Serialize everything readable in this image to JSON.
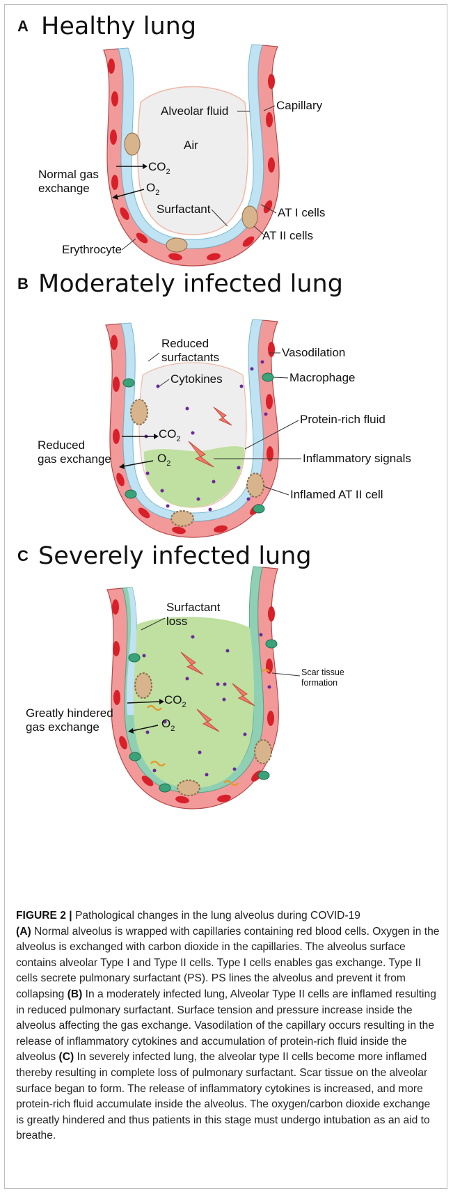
{
  "panels": {
    "a": {
      "letter": "A",
      "title": "Healthy lung",
      "labels": {
        "alveolar_fluid": "Alveolar fluid",
        "capillary": "Capillary",
        "air": "Air",
        "normal_gas": "Normal gas",
        "exchange": "exchange",
        "co": "CO",
        "o": "O",
        "sub2": "2",
        "surfactant": "Surfactant",
        "at1": "AT I cells",
        "at2": "AT II cells",
        "erythrocyte": "Erythrocyte"
      }
    },
    "b": {
      "letter": "B",
      "title": "Moderately infected lung",
      "labels": {
        "reduced": "Reduced",
        "surfactants": "surfactants",
        "vasodilation": "Vasodilation",
        "cytokines": "Cytokines",
        "macrophage": "Macrophage",
        "protein_fluid": "Protein-rich fluid",
        "reduced2": "Reduced",
        "gas_exchange": "gas exchange",
        "co": "CO",
        "o": "O",
        "sub2": "2",
        "inflammatory": "Inflammatory signals",
        "inflamed_at2": "Inflamed AT II cell"
      }
    },
    "c": {
      "letter": "C",
      "title": "Severely infected lung",
      "labels": {
        "surfactant": "Surfactant",
        "loss": "loss",
        "scar1": "Scar tissue",
        "scar2": "formation",
        "greatly": "Greatly hindered",
        "gas_exchange": "gas exchange",
        "co": "CO",
        "o": "O",
        "sub2": "2"
      }
    }
  },
  "caption": {
    "figure": "FIGURE 2 |",
    "heading": " Pathological changes in the lung alveolus during COVID-19",
    "a_tag": "(A)",
    "a_text": " Normal alveolus is wrapped with capillaries containing red blood cells. Oxygen in the alveolus is exchanged with carbon dioxide in the capillaries. The alveolus surface contains alveolar Type I and Type II cells. Type I cells enables gas exchange. Type II cells secrete pulmonary surfactant (PS). PS lines the alveolus and prevent it from collapsing ",
    "b_tag": "(B)",
    "b_text": " In a moderately infected lung, Alveolar Type II cells are inflamed resulting in reduced pulmonary surfactant. Surface tension and pressure increase inside the alveolus affecting the gas exchange. Vasodilation of the capillary occurs resulting in the release of inflammatory cytokines and accumulation of protein-rich fluid inside the alveolus ",
    "c_tag": "(C)",
    "c_text": " In severely infected lung, the alveolar type II cells become more inflamed thereby resulting in complete loss of pulmonary surfactant. Scar tissue on the alveolar surface began to form. The release of inflammatory cytokines is increased, and more protein-rich fluid accumulate inside the alveolus. The oxygen/carbon dioxide exchange is greatly hindered and thus patients in this stage must undergo intubation as an aid to breathe."
  },
  "colors": {
    "capillary": "#f29a9a",
    "capillary_edge": "#b8474a",
    "erythrocyte": "#d8202a",
    "fluid": "#bfe3f2",
    "air": "#eeeeee",
    "protein_fluid": "#bfe0a0",
    "severe_fluid": "#8fd0b5",
    "cell": "#d8b48c",
    "cytokine": "#6a2a9a",
    "signal": "#f07b6b",
    "macrophage": "#3aa37a",
    "scar": "#e39a2a"
  }
}
